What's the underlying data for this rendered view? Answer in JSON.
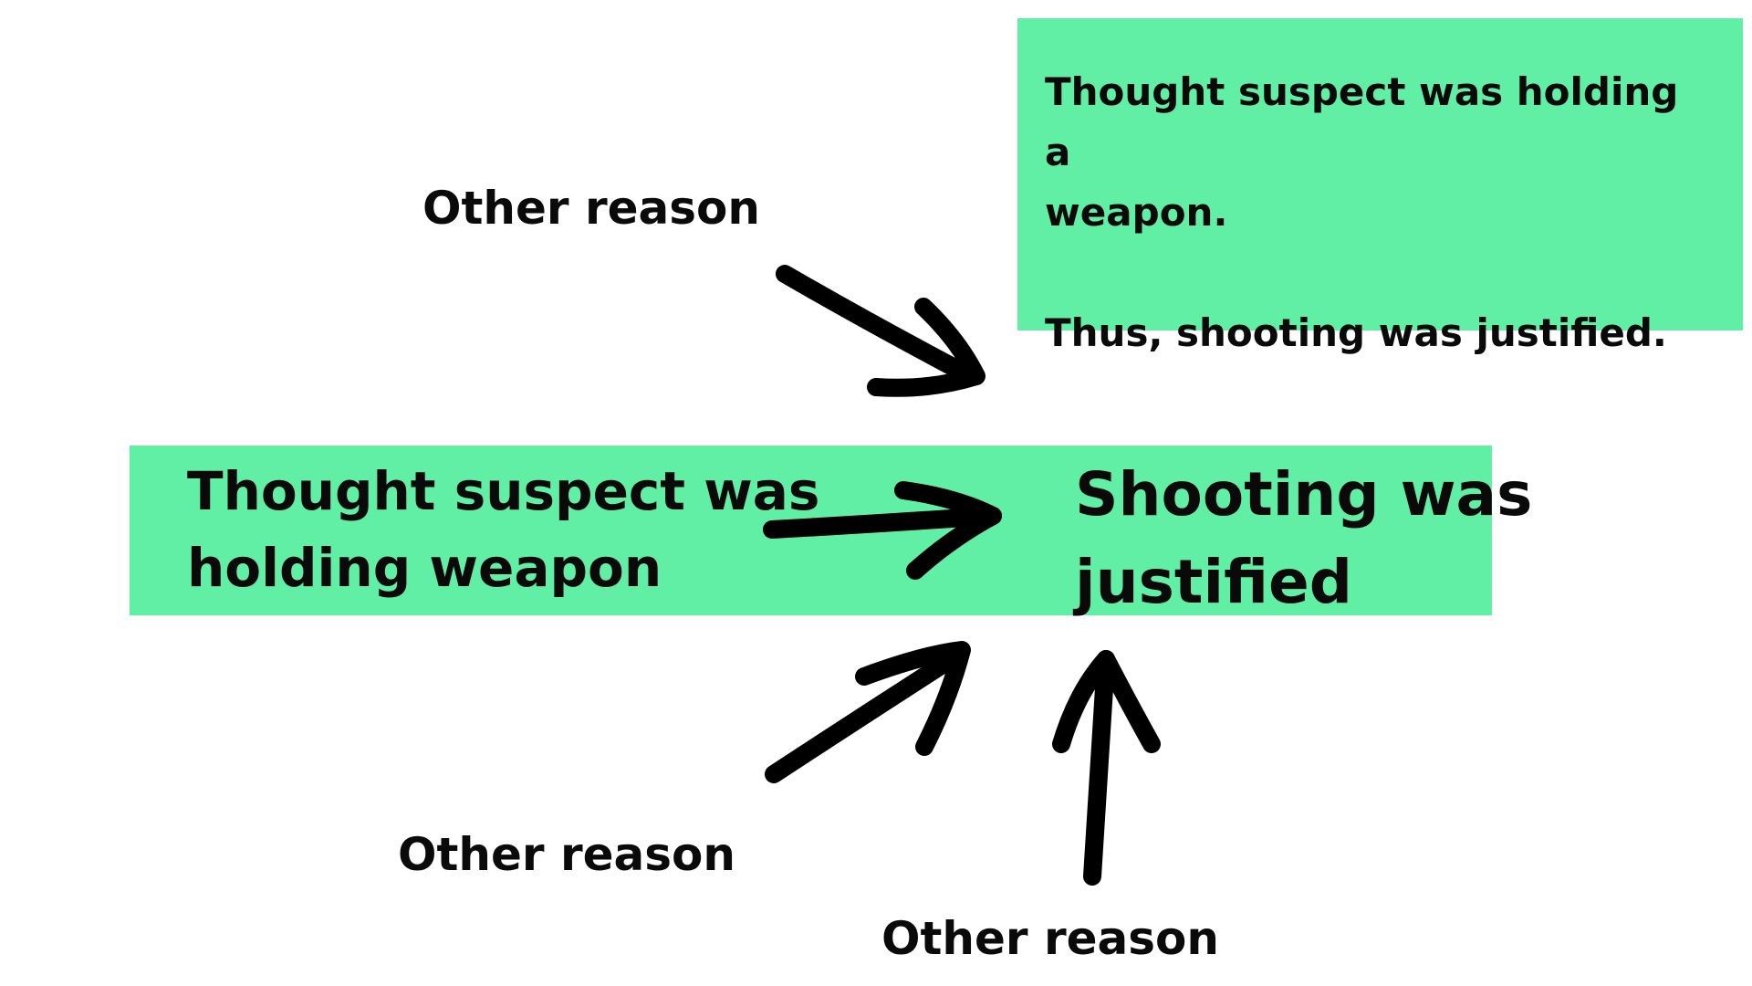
{
  "explanation_box": {
    "line1": "Thought suspect was holding a",
    "line2": "weapon.",
    "line3": "Thus, shooting was justified."
  },
  "premise": {
    "line1": "Thought suspect was",
    "line2": "holding weapon"
  },
  "conclusion": {
    "line1": "Shooting was",
    "line2": "justified"
  },
  "other_reasons": {
    "top": "Other reason",
    "lower_left": "Other reason",
    "bottom": "Other reason"
  },
  "colors": {
    "box_fill": "#61efa6",
    "text": "#0a0a0a",
    "arrow": "#000000"
  }
}
